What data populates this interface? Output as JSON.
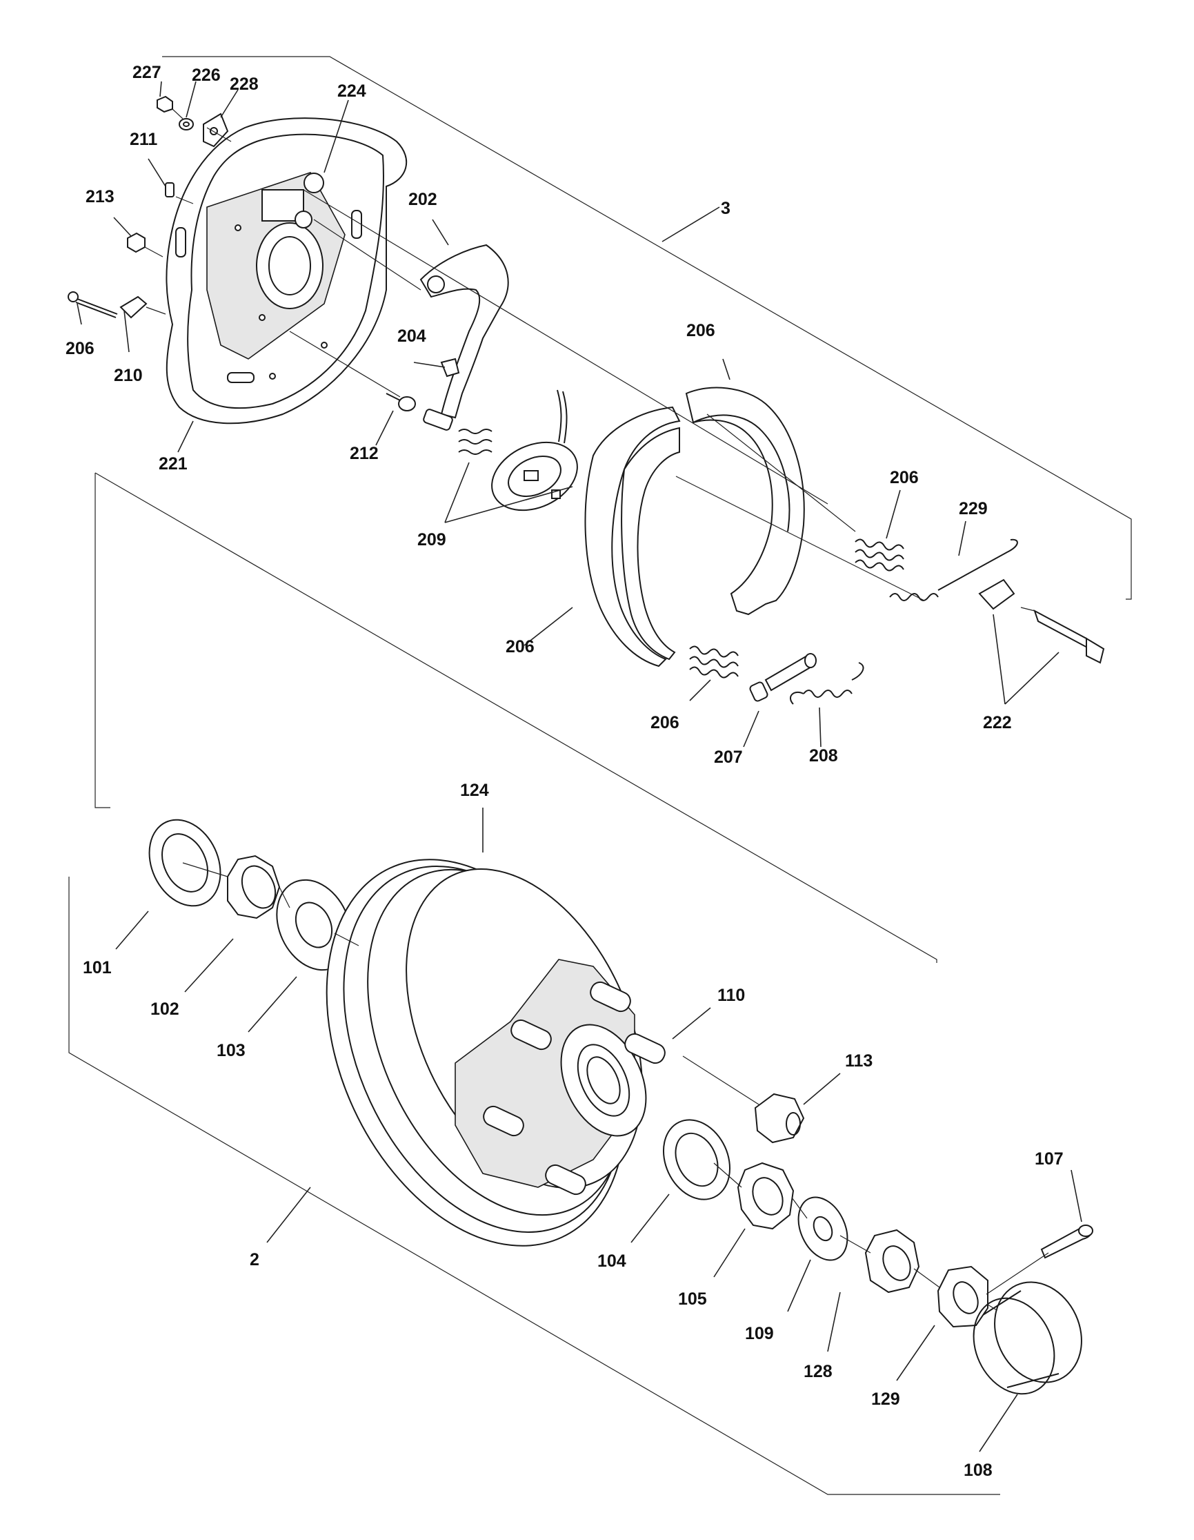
{
  "diagram": {
    "labels": {
      "p227": "227",
      "p226": "226",
      "p228": "228",
      "p224": "224",
      "p211": "211",
      "p213": "213",
      "p202": "202",
      "p3": "3",
      "p206a": "206",
      "p210": "210",
      "p204": "204",
      "p206b": "206",
      "p212": "212",
      "p221": "221",
      "p209": "209",
      "p206c": "206",
      "p229": "229",
      "p206d": "206",
      "p206e": "206",
      "p207": "207",
      "p208": "208",
      "p222": "222",
      "p124": "124",
      "p101": "101",
      "p102": "102",
      "p103": "103",
      "p110": "110",
      "p113": "113",
      "p107": "107",
      "p2": "2",
      "p104": "104",
      "p105": "105",
      "p109": "109",
      "p128": "128",
      "p129": "129",
      "p108": "108"
    }
  }
}
